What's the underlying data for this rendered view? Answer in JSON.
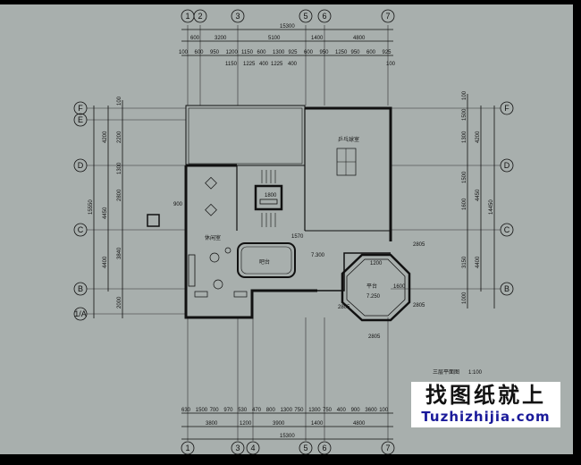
{
  "drawing": {
    "title": "三层平面图",
    "scale": "1:100"
  },
  "watermark": {
    "chinese": "找图纸就上",
    "site": "Tuzhizhijia.com"
  },
  "axes": {
    "top": [
      "1",
      "2",
      "3",
      "5",
      "6",
      "7"
    ],
    "bottom": [
      "1",
      "3",
      "4",
      "5",
      "6",
      "7"
    ],
    "left": [
      "F",
      "E",
      "D",
      "C",
      "B",
      "1/A"
    ],
    "right": [
      "F",
      "D",
      "C",
      "B"
    ]
  },
  "dims": {
    "top_total": "15300",
    "top_row1": [
      "600",
      "3200",
      "5100",
      "1400",
      "4800"
    ],
    "top_row2": [
      "100",
      "600",
      "950",
      "1200",
      "1150",
      "600",
      "1300",
      "925",
      "600",
      "950",
      "1250",
      "950",
      "600",
      "925"
    ],
    "top_row3": [
      "1150",
      "1225",
      "400",
      "1225",
      "400",
      "100"
    ],
    "bottom_row1": [
      "630",
      "1500",
      "700",
      "970",
      "530",
      "470",
      "800",
      "1300",
      "750",
      "1300",
      "750",
      "400",
      "900",
      "3600",
      "100"
    ],
    "bottom_row2": [
      "3800",
      "1200",
      "3900",
      "1400",
      "4800"
    ],
    "bottom_total": "15300",
    "left_total": "15550",
    "left_mid": [
      "4200",
      "4450",
      "4400"
    ],
    "left_inner": [
      "100",
      "2200",
      "1300",
      "2800",
      "3840",
      "2000"
    ],
    "right_total": "14450",
    "right_mid": [
      "4200",
      "4450",
      "4400"
    ],
    "right_inner": [
      "100",
      "1500",
      "1300",
      "1500",
      "1600",
      "3150",
      "1000"
    ]
  },
  "plan": {
    "rooms": [
      "乒乓球室",
      "休闲室",
      "吧台",
      "平台"
    ],
    "elevations": [
      "7.300",
      "7.250"
    ],
    "notes": [
      "2805",
      "2805",
      "2805",
      "2805",
      "1200",
      "1600",
      "1570",
      "900",
      "1800"
    ]
  }
}
